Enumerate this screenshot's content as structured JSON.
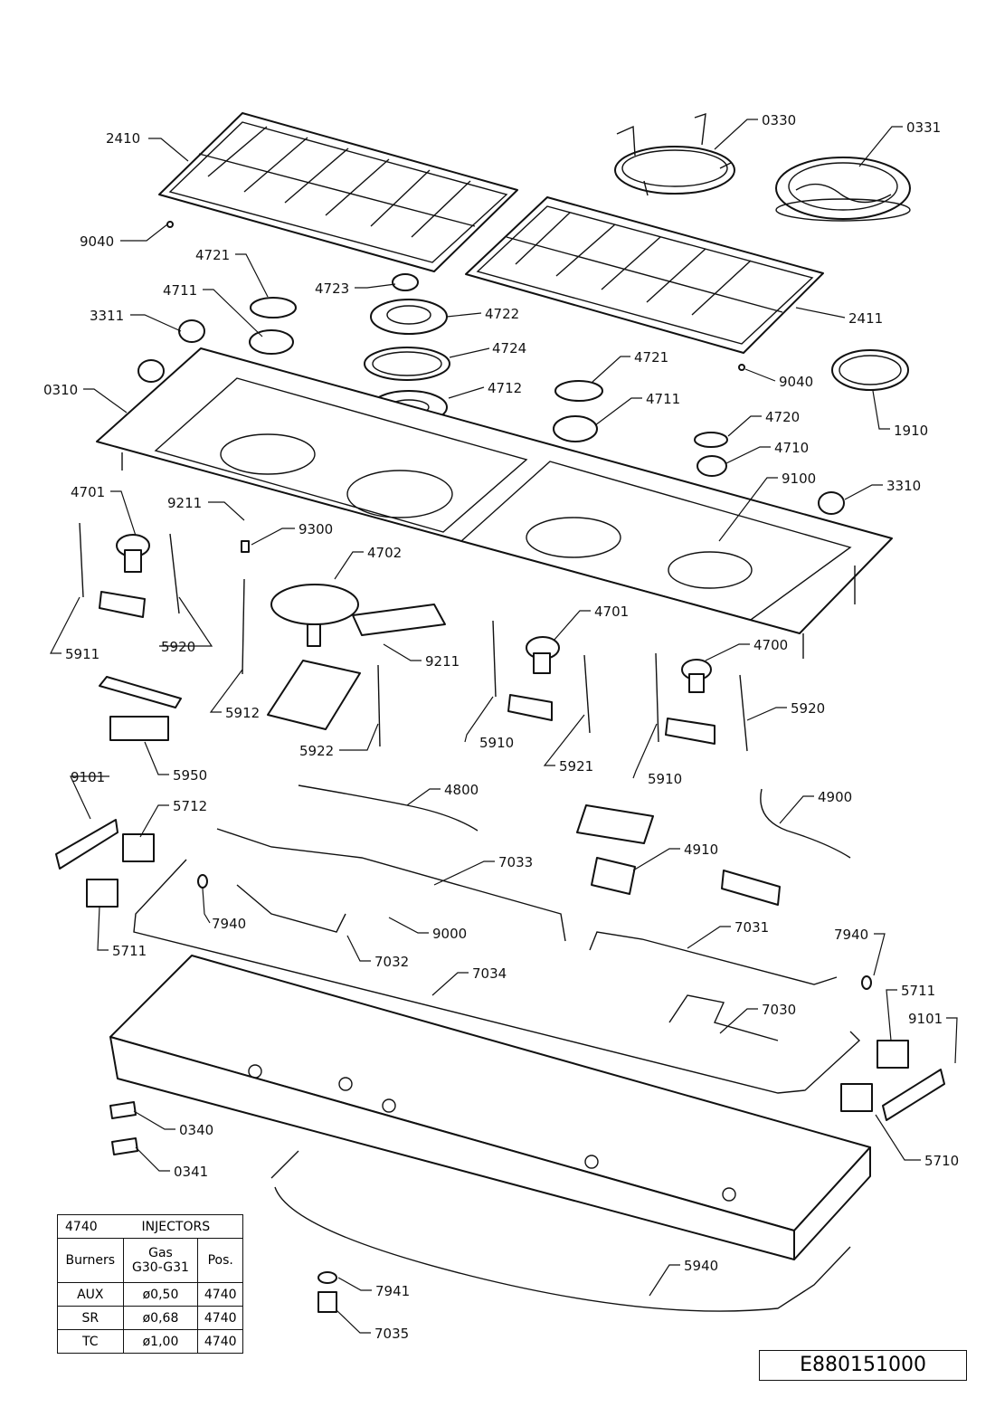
{
  "callouts": [
    {
      "id": "c2410",
      "label": "2410"
    },
    {
      "id": "c0330",
      "label": "0330"
    },
    {
      "id": "c0331",
      "label": "0331"
    },
    {
      "id": "c9040a",
      "label": "9040"
    },
    {
      "id": "c4721a",
      "label": "4721"
    },
    {
      "id": "c4723",
      "label": "4723"
    },
    {
      "id": "c4711a",
      "label": "4711"
    },
    {
      "id": "c4722",
      "label": "4722"
    },
    {
      "id": "c2411",
      "label": "2411"
    },
    {
      "id": "c3311",
      "label": "3311"
    },
    {
      "id": "c4724",
      "label": "4724"
    },
    {
      "id": "c4721b",
      "label": "4721"
    },
    {
      "id": "c0310",
      "label": "0310"
    },
    {
      "id": "c4712",
      "label": "4712"
    },
    {
      "id": "c9040b",
      "label": "9040"
    },
    {
      "id": "c4711b",
      "label": "4711"
    },
    {
      "id": "c1910",
      "label": "1910"
    },
    {
      "id": "c4720",
      "label": "4720"
    },
    {
      "id": "c4710",
      "label": "4710"
    },
    {
      "id": "c9100",
      "label": "9100"
    },
    {
      "id": "c4701a",
      "label": "4701"
    },
    {
      "id": "c9211a",
      "label": "9211"
    },
    {
      "id": "c3310",
      "label": "3310"
    },
    {
      "id": "c9300",
      "label": "9300"
    },
    {
      "id": "c4702",
      "label": "4702"
    },
    {
      "id": "c4701b",
      "label": "4701"
    },
    {
      "id": "c5911",
      "label": "5911"
    },
    {
      "id": "c5920a",
      "label": "5920"
    },
    {
      "id": "c4700",
      "label": "4700"
    },
    {
      "id": "c9211b",
      "label": "9211"
    },
    {
      "id": "c5920b",
      "label": "5920"
    },
    {
      "id": "c5912",
      "label": "5912"
    },
    {
      "id": "c5910a",
      "label": "5910"
    },
    {
      "id": "c5922",
      "label": "5922"
    },
    {
      "id": "c5921",
      "label": "5921"
    },
    {
      "id": "c5950",
      "label": "5950"
    },
    {
      "id": "c5910b",
      "label": "5910"
    },
    {
      "id": "c9101a",
      "label": "9101"
    },
    {
      "id": "c4800",
      "label": "4800"
    },
    {
      "id": "c4900",
      "label": "4900"
    },
    {
      "id": "c5712",
      "label": "5712"
    },
    {
      "id": "c4910",
      "label": "4910"
    },
    {
      "id": "c7033",
      "label": "7033"
    },
    {
      "id": "c7940a",
      "label": "7940"
    },
    {
      "id": "c9000",
      "label": "9000"
    },
    {
      "id": "c7031",
      "label": "7031"
    },
    {
      "id": "c7940b",
      "label": "7940"
    },
    {
      "id": "c5711a",
      "label": "5711"
    },
    {
      "id": "c7032",
      "label": "7032"
    },
    {
      "id": "c7034",
      "label": "7034"
    },
    {
      "id": "c5711b",
      "label": "5711"
    },
    {
      "id": "c7030",
      "label": "7030"
    },
    {
      "id": "c9101b",
      "label": "9101"
    },
    {
      "id": "c0340",
      "label": "0340"
    },
    {
      "id": "c5710",
      "label": "5710"
    },
    {
      "id": "c0341",
      "label": "0341"
    },
    {
      "id": "c5940",
      "label": "5940"
    },
    {
      "id": "c7941",
      "label": "7941"
    },
    {
      "id": "c7035",
      "label": "7035"
    }
  ],
  "injectors_table": {
    "code": "4740",
    "title": "INJECTORS",
    "headers": {
      "burners": "Burners",
      "gas_line1": "Gas",
      "gas_line2": "G30-G31",
      "pos": "Pos."
    },
    "rows": [
      {
        "burner": "AUX",
        "gas": "ø0,50",
        "pos": "4740"
      },
      {
        "burner": "SR",
        "gas": "ø0,68",
        "pos": "4740"
      },
      {
        "burner": "TC",
        "gas": "ø1,00",
        "pos": "4740"
      }
    ]
  },
  "drawing_code": "E880151000"
}
